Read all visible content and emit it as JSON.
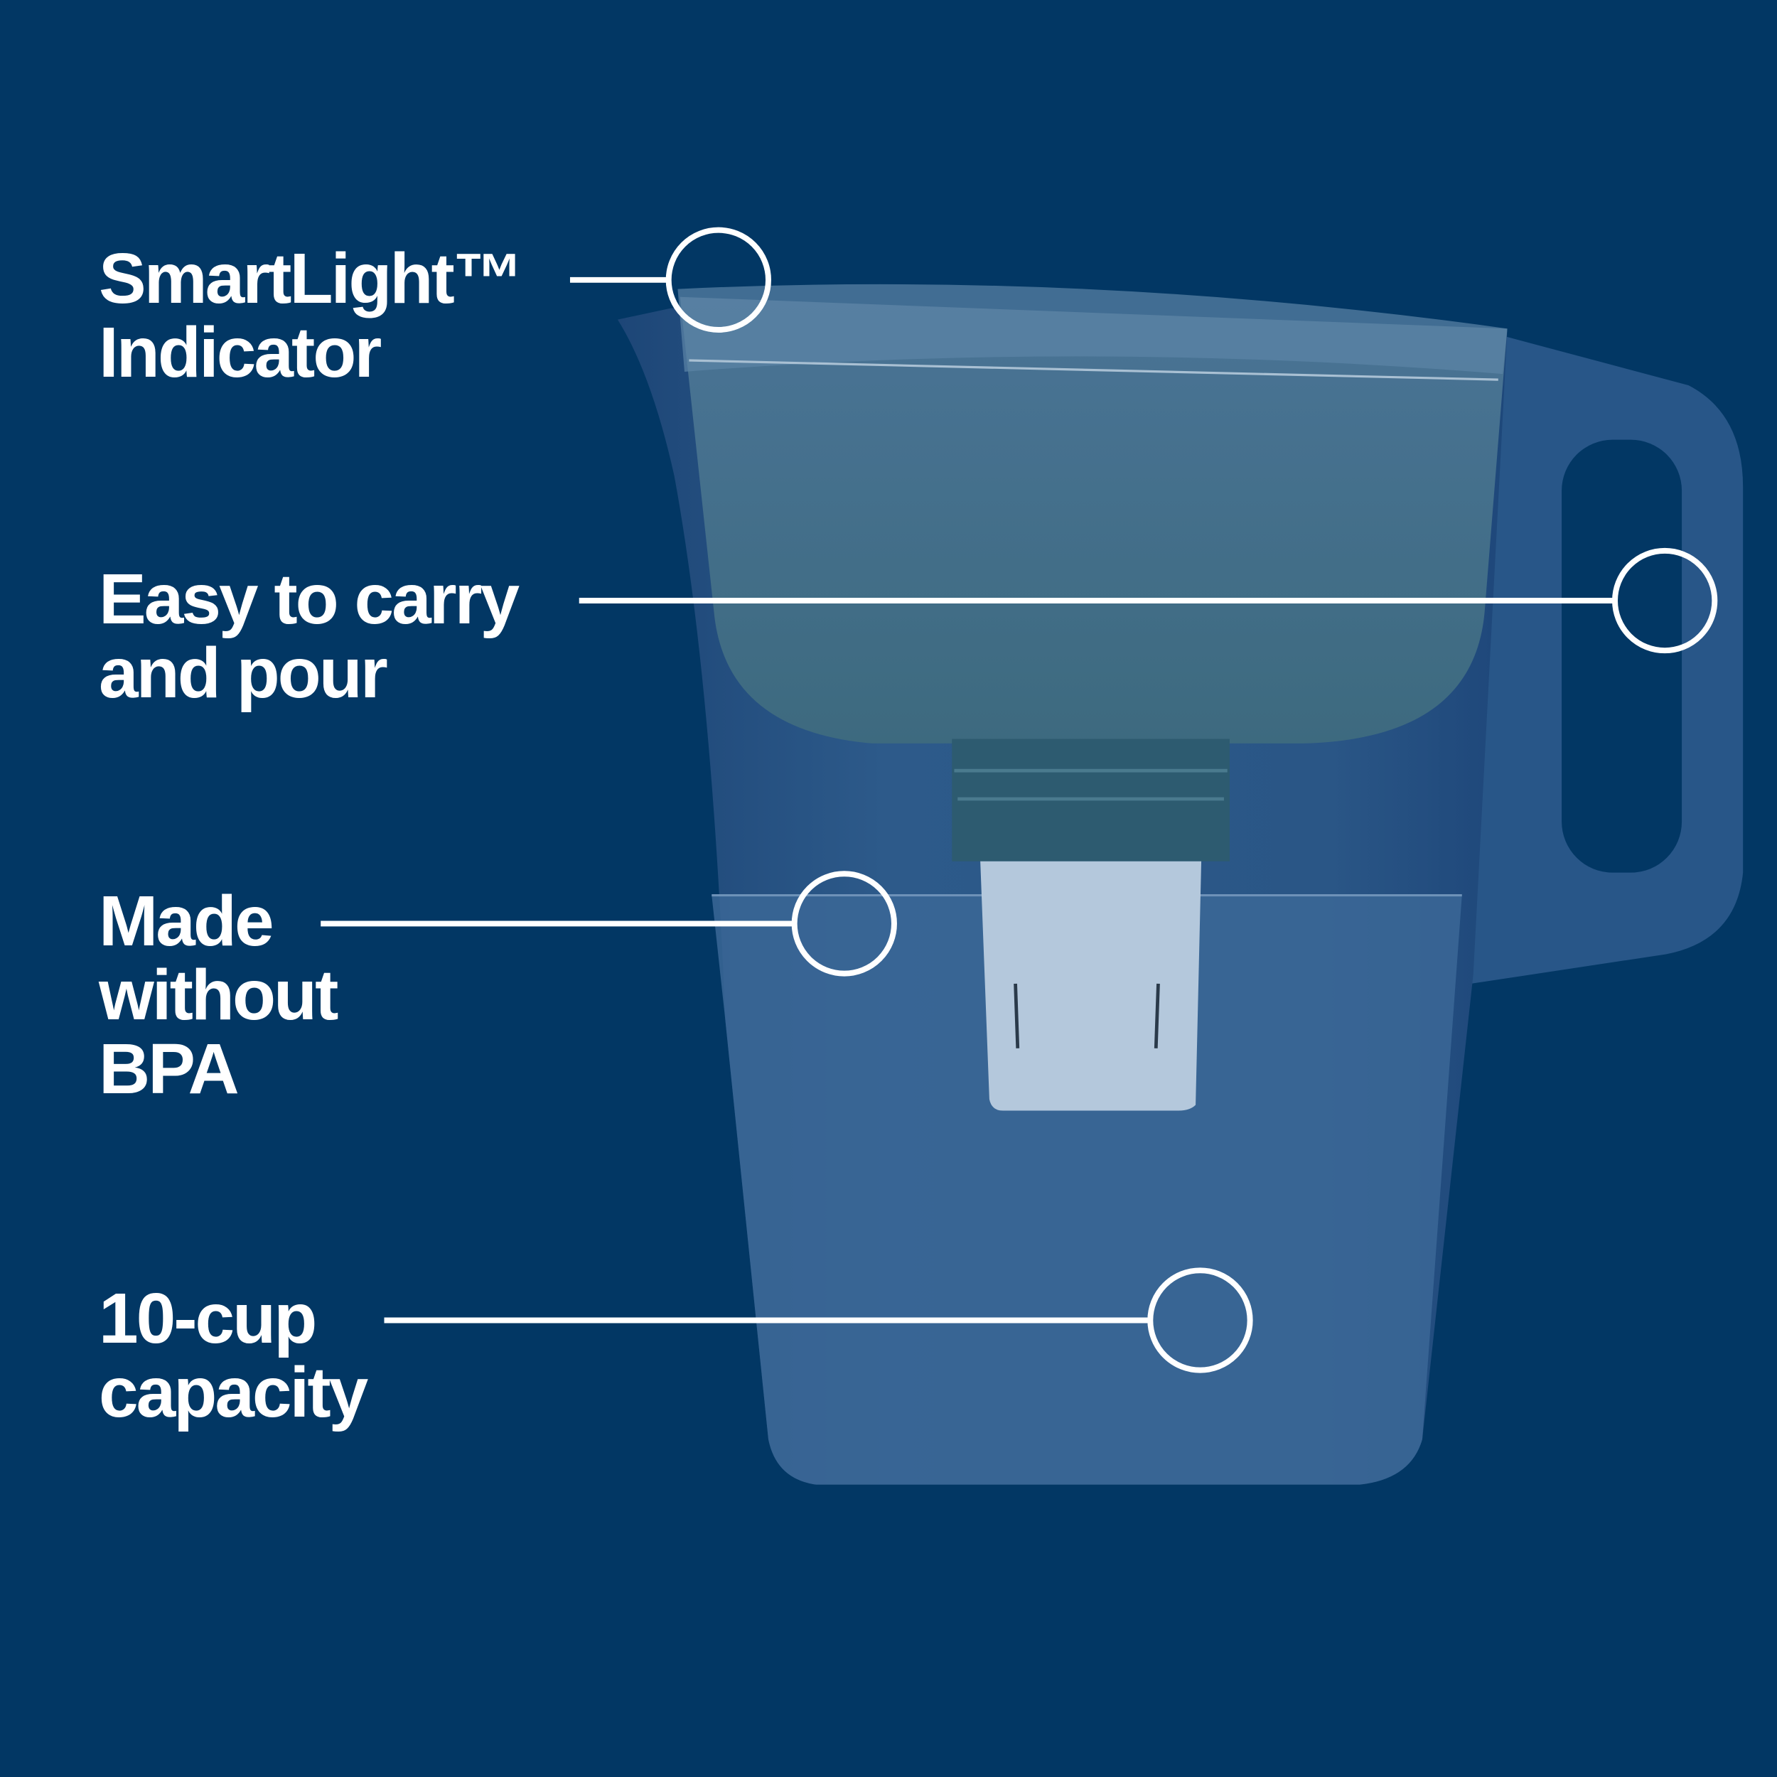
{
  "background_color": "#023764",
  "callouts": [
    {
      "lines": [
        "SmartLight™",
        "Indicator"
      ]
    },
    {
      "lines": [
        "Easy to carry",
        "and pour"
      ]
    },
    {
      "lines": [
        "Made",
        "without",
        "BPA"
      ]
    },
    {
      "lines": [
        "10-cup",
        "capacity"
      ]
    }
  ]
}
